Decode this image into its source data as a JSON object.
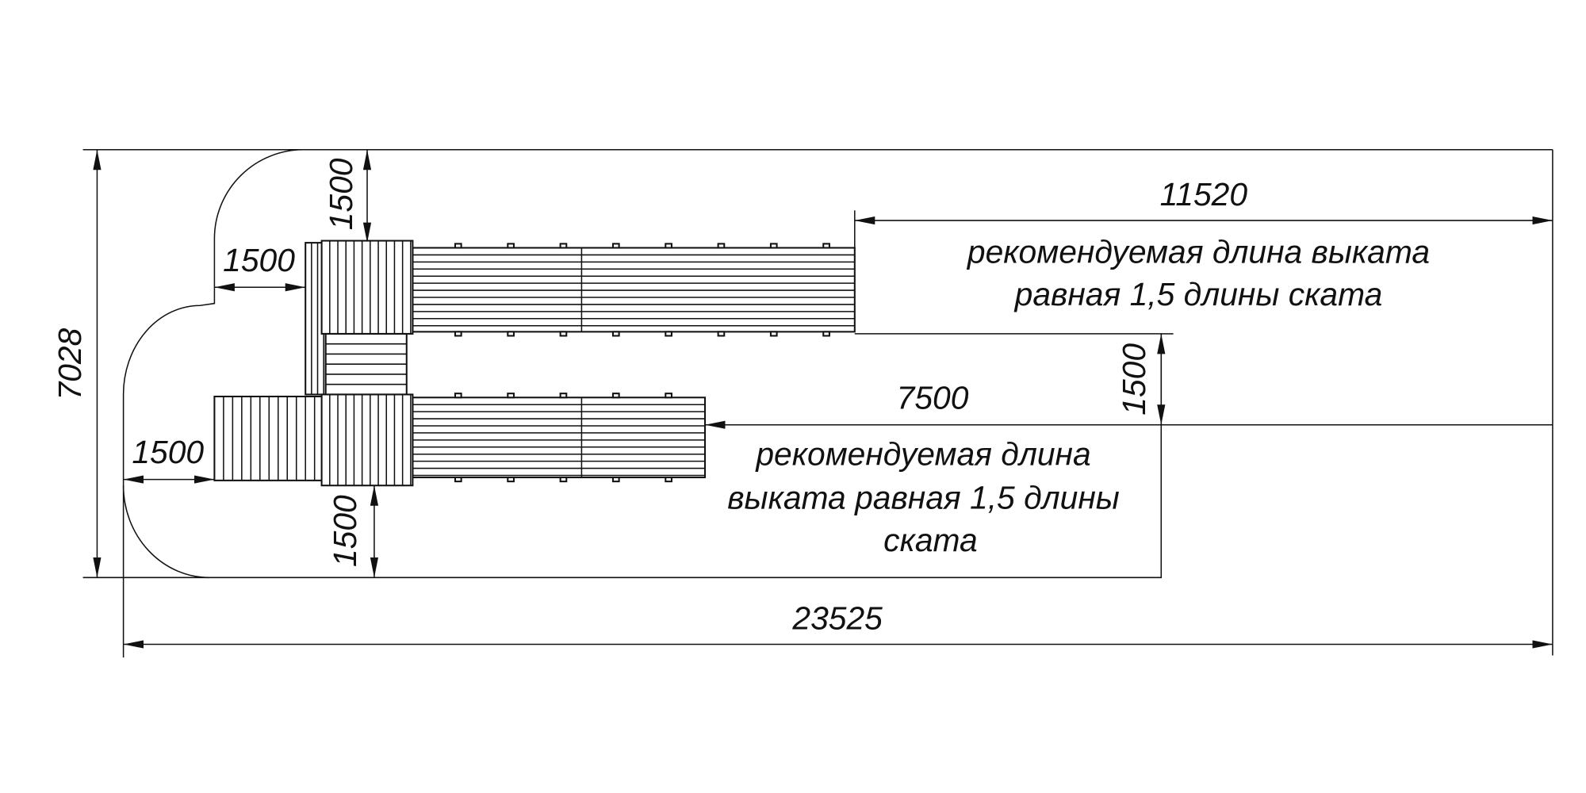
{
  "dimensions": {
    "total_height": "7028",
    "total_width": "23525",
    "upper_runout": "11520",
    "lower_runout": "7500",
    "top_clearance": "1500",
    "left_upper_clearance": "1500",
    "left_lower_clearance": "1500",
    "bottom_clearance": "1500",
    "right_gap": "1500"
  },
  "notes": {
    "upper": [
      "рекомендуемая длина выката",
      "равная 1,5 длины ската"
    ],
    "lower": [
      "рекомендуемая длина",
      "выката равная 1,5 длины",
      "ската"
    ]
  }
}
